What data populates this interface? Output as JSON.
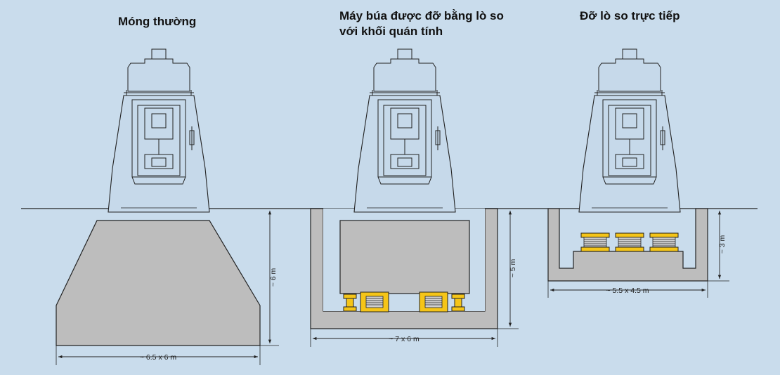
{
  "titles": {
    "ordinary": "Móng thường",
    "inertia": "Máy búa được đỡ bằng lò so với khối quán tính",
    "direct": "Đỡ lò so trực tiếp"
  },
  "dimensions": {
    "ordinary_depth": "~ 6 m",
    "ordinary_size": "~ 6.5 x 6 m",
    "inertia_depth": "~ 5 m",
    "inertia_size": "~ 7 x 6 m",
    "direct_depth": "~ 3 m",
    "direct_size": "~ 5.5 x 4.5 m"
  },
  "colors": {
    "background": "#c9dcec",
    "foundation": "#bdbdbd",
    "machine": "#c6d9ea",
    "spring": "#f5c518",
    "outline": "#222222"
  }
}
